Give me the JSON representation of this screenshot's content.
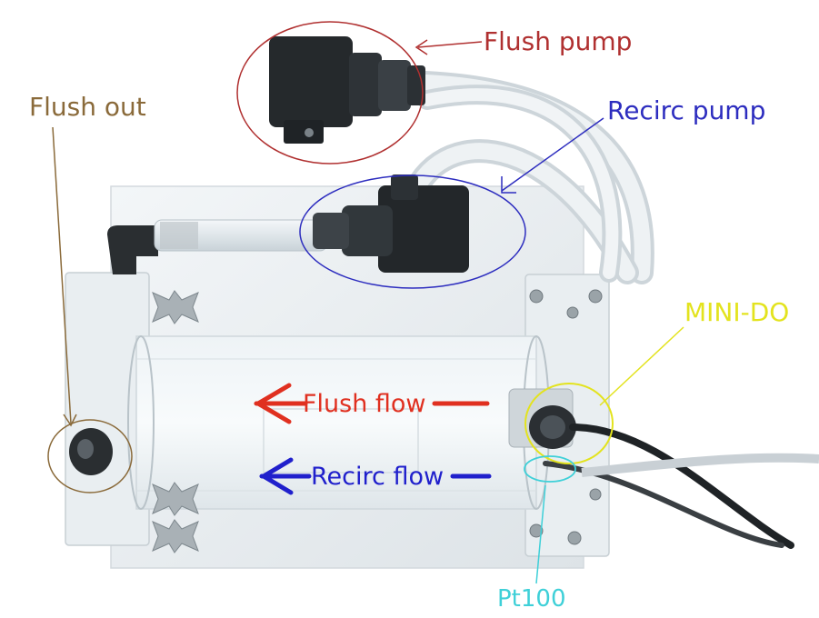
{
  "labels": {
    "flush_pump": "Flush pump",
    "recirc_pump": "Recirc pump",
    "flush_out": "Flush out",
    "mini_do": "MINI-DO",
    "pt100": "Pt100",
    "flush_flow": "Flush flow",
    "recirc_flow": "Recirc flow"
  },
  "colors": {
    "flush_pump": "#b03030",
    "recirc_pump": "#2d2dbf",
    "flush_out": "#8a6a3a",
    "mini_do": "#e3e31e",
    "pt100": "#3fd0d8",
    "flush_flow": "#e03020",
    "recirc_flow": "#2020cc"
  }
}
